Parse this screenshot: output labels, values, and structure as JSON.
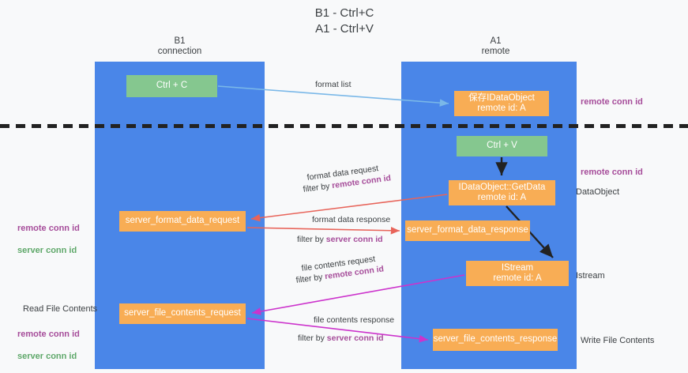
{
  "title": "B1 - Ctrl+C\nA1 - Ctrl+V",
  "lanes": [
    {
      "id": "b1",
      "header": "B1\nconnection",
      "color": "#4a86e8"
    },
    {
      "id": "a1",
      "header": "A1\nremote",
      "color": "#4a86e8"
    }
  ],
  "colors": {
    "lane": "#4a86e8",
    "green_node": "#85c78f",
    "orange_node": "#f8ad55",
    "purple_text": "#a64d9a",
    "green_text": "#5fa86a",
    "plain_text": "#3c4043",
    "arrow_blue": "#7ab8e8",
    "arrow_red": "#e8645a",
    "arrow_magenta": "#cc33cc",
    "arrow_black": "#222222",
    "background": "#f8f9fa"
  },
  "nodes": {
    "ctrl_c": "Ctrl + C",
    "save_idataobject": "保存IDataObject\nremote id: A",
    "ctrl_v": "Ctrl + V",
    "idataobject_getdata": "IDataObject::GetData\nremote id: A",
    "server_format_data_request": "server_format_data_request",
    "server_format_data_response": "server_format_data_response",
    "istream": "IStream\nremote id: A",
    "server_file_contents_request": "server_file_contents_request",
    "server_file_contents_response": "server_file_contents_response"
  },
  "edge_labels": {
    "format_list": "format list",
    "format_data_request": "format data request",
    "filter_by_remote_conn_id_1": {
      "prefix": "filter by ",
      "key": "remote conn id"
    },
    "format_data_response": "format data response",
    "filter_by_server_conn_id_1": {
      "prefix": "filter by ",
      "key": "server conn id"
    },
    "file_contents_request": "file contents request",
    "filter_by_remote_conn_id_2": {
      "prefix": "filter by ",
      "key": "remote conn id"
    },
    "file_contents_response": "file contents response",
    "filter_by_server_conn_id_2": {
      "prefix": "filter by ",
      "key": "server conn id"
    }
  },
  "annotations": {
    "right_remote_conn_id_top": "remote conn id",
    "right_remote_conn_id_mid": "remote conn id",
    "right_dataobject": "DataObject",
    "right_istream": "Istream",
    "right_write_file_contents": "Write File Contents",
    "left_conn_ids_mid": {
      "purple": "remote conn id",
      "green": "server conn id"
    },
    "left_read_file_contents": "Read File Contents",
    "left_conn_ids_bottom": {
      "purple": "remote conn id",
      "green": "server conn id"
    }
  }
}
